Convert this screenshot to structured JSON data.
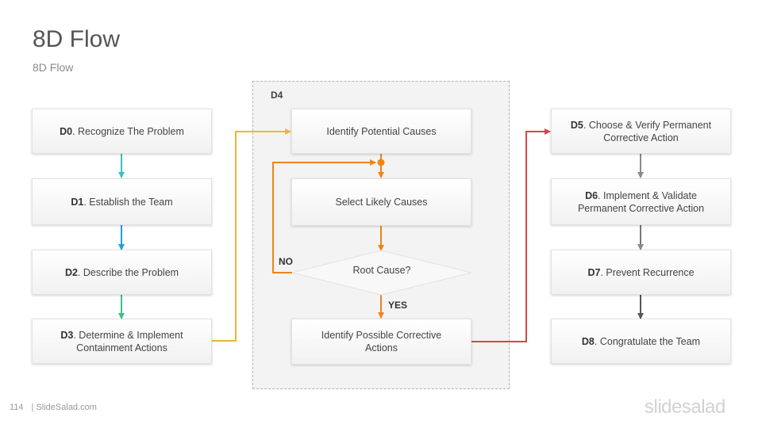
{
  "header": {
    "title": "8D Flow",
    "subtitle": "8D Flow"
  },
  "group": {
    "label": "D4"
  },
  "steps": {
    "d0": {
      "code": "D0",
      "text": ". Recognize The Problem"
    },
    "d1": {
      "code": "D1",
      "text": ". Establish the Team"
    },
    "d2": {
      "code": "D2",
      "text": ". Describe the Problem"
    },
    "d3": {
      "code": "D3",
      "text": ". Determine & Implement Containment Actions"
    },
    "d5": {
      "code": "D5",
      "text": ". Choose & Verify Permanent Corrective Action"
    },
    "d6": {
      "code": "D6",
      "text": ". Implement & Validate Permanent Corrective Action"
    },
    "d7": {
      "code": "D7",
      "text": ". Prevent Recurrence"
    },
    "d8": {
      "code": "D8",
      "text": ". Congratulate the Team"
    }
  },
  "d4_steps": {
    "identify_causes": "Identify Potential Causes",
    "select_causes": "Select Likely Causes",
    "root_cause": "Root Cause?",
    "corrective": "Identify Possible Corrective Actions"
  },
  "labels": {
    "no": "NO",
    "yes": "YES"
  },
  "footer": {
    "page": "114",
    "site": "| SlideSalad.com"
  },
  "logo": {
    "text": "slidesalad"
  },
  "colors": {
    "teal": "#3bbfc0",
    "blue": "#1e9fd6",
    "green": "#3dbf8a",
    "yellow": "#f0b43c",
    "orange": "#f0841c",
    "red": "#d9454c",
    "gray": "#8a8a8a",
    "dark_gray": "#555555"
  }
}
